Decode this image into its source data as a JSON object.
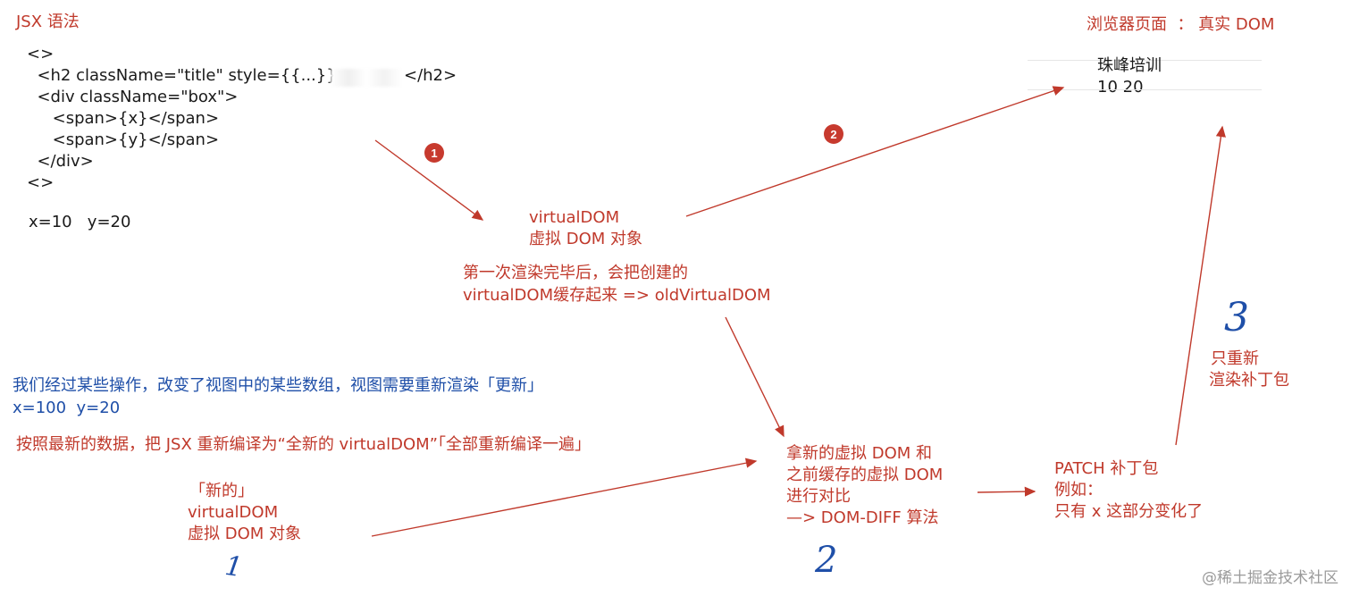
{
  "jsx": {
    "heading": "JSX 语法",
    "code_lines": [
      "<>",
      "  <h2 className=\"title\" style={{...}}>",
      "</h2>",
      "  <div className=\"box\">",
      "     <span>{x}</span>",
      "     <span>{y}</span>",
      "  </div>",
      "<>"
    ],
    "vars": "x=10   y=20"
  },
  "browser": {
    "heading": "浏览器页面  ： 真实 DOM",
    "line1": "珠峰培训",
    "line2": "10 20"
  },
  "badges": [
    "1",
    "2"
  ],
  "virtual_dom": {
    "title": "virtualDOM",
    "subtitle": "虚拟 DOM 对象",
    "cache_note_1": "第一次渲染完毕后，会把创建的",
    "cache_note_2": "virtualDOM缓存起来 => oldVirtualDOM"
  },
  "update": {
    "line1": "我们经过某些操作，改变了视图中的某些数组，视图需要重新渲染「更新」",
    "line2": "x=100  y=20",
    "compile": "按照最新的数据，把 JSX 重新编译为“全新的 virtualDOM”「全部重新编译一遍」"
  },
  "new_vdom": {
    "line1": "「新的」",
    "line2": "virtualDOM",
    "line3": "虚拟 DOM 对象"
  },
  "diff": {
    "line1": "拿新的虚拟 DOM 和",
    "line2": "之前缓存的虚拟 DOM",
    "line3": "进行对比",
    "line4": "—> DOM-DIFF 算法"
  },
  "patch": {
    "line1": "PATCH 补丁包",
    "line2": "例如：",
    "line3": "只有 x 这部分变化了"
  },
  "rerender": {
    "line1": "只重新",
    "line2": "渲染补丁包"
  },
  "handwritten": {
    "one": "1",
    "two": "2",
    "three": "3"
  },
  "watermark": "@稀土掘金技术社区",
  "colors": {
    "annotation_red": "#c0392b",
    "note_blue": "#1f4fa8",
    "badge_red": "#c73a2e"
  }
}
